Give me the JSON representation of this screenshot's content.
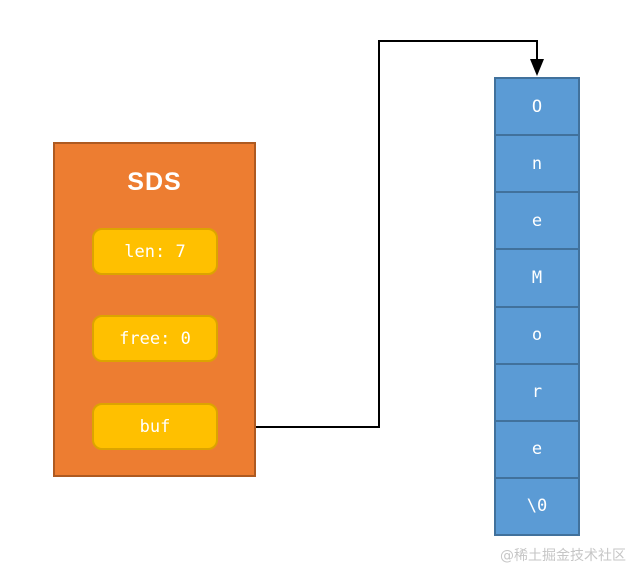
{
  "diagram": {
    "sds": {
      "title": "SDS",
      "fields": [
        {
          "name": "len",
          "label": "len: 7"
        },
        {
          "name": "free",
          "label": "free: 0"
        },
        {
          "name": "buf",
          "label": "buf"
        }
      ]
    },
    "buffer": {
      "cells": [
        "O",
        "n",
        "e",
        "M",
        "o",
        "r",
        "e",
        "\\0"
      ]
    },
    "colors": {
      "struct_fill": "#ED7D31",
      "struct_border": "#AE5A21",
      "field_fill": "#FFC000",
      "field_border": "#DCA400",
      "buffer_fill": "#5B9BD5",
      "buffer_border": "#41719C",
      "arrow": "#000000",
      "text": "#FFFFFF",
      "watermark_text": "#C6C6C6"
    },
    "watermark": "@稀土掘金技术社区"
  }
}
